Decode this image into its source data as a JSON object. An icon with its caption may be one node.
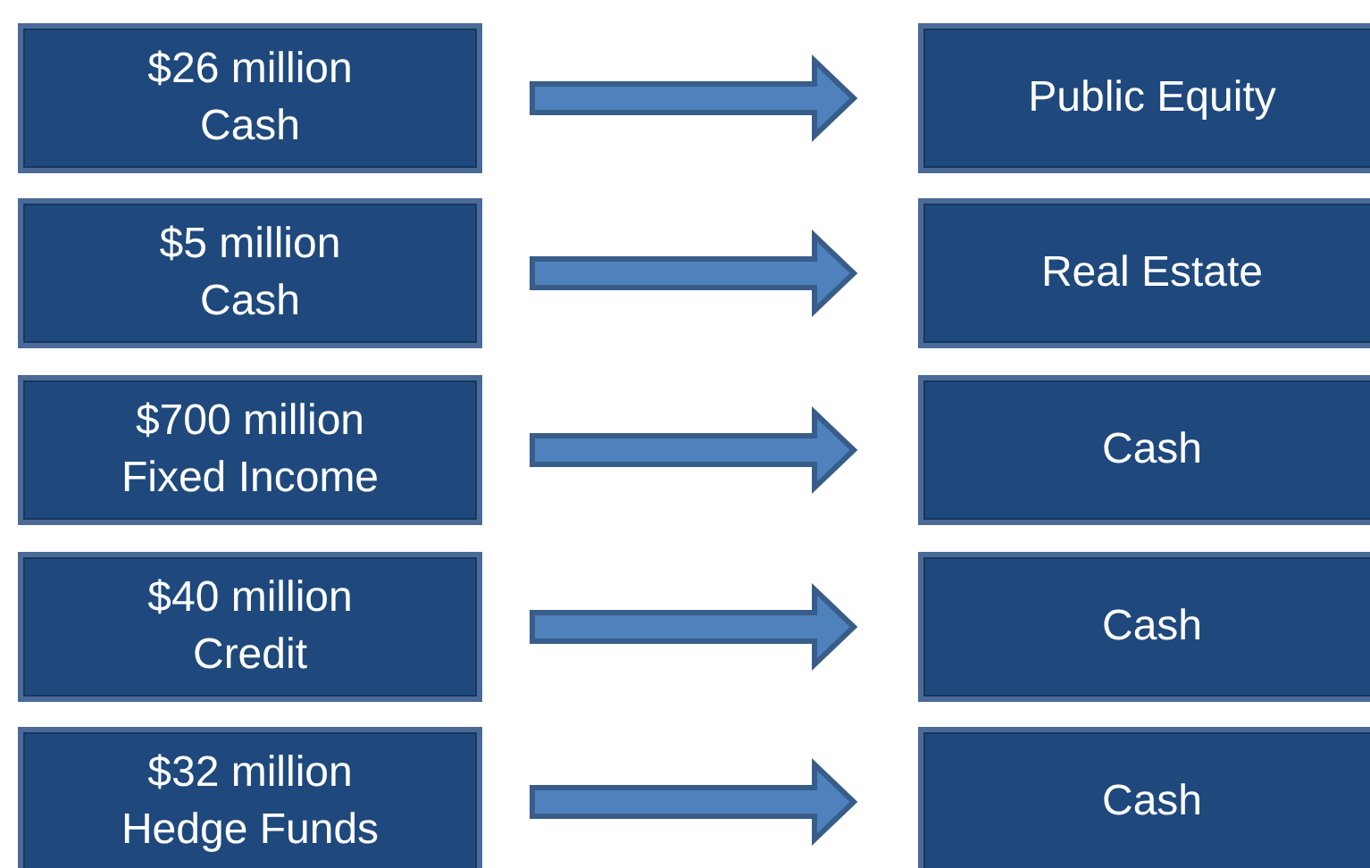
{
  "diagram": {
    "nodes": [
      {
        "text": [
          "$26 million",
          "Cash"
        ]
      },
      {
        "text": [
          "Public Equity"
        ]
      },
      {
        "text": [
          "$5 million",
          "Cash"
        ]
      },
      {
        "text": [
          "Real Estate"
        ]
      },
      {
        "text": [
          "$700 million",
          "Fixed Income"
        ]
      },
      {
        "text": [
          "Cash"
        ]
      },
      {
        "text": [
          "$40 million",
          "Credit"
        ]
      },
      {
        "text": [
          "Cash"
        ]
      },
      {
        "text": [
          "$32 million",
          "Hedge Funds"
        ]
      },
      {
        "text": [
          "Cash"
        ]
      }
    ],
    "edges": [
      {
        "from": 0,
        "to": 1,
        "arrow": "to"
      },
      {
        "from": 2,
        "to": 3,
        "arrow": "to"
      },
      {
        "from": 4,
        "to": 5,
        "arrow": "to"
      },
      {
        "from": 6,
        "to": 7,
        "arrow": "to"
      },
      {
        "from": 8,
        "to": 9,
        "arrow": "to"
      }
    ]
  }
}
